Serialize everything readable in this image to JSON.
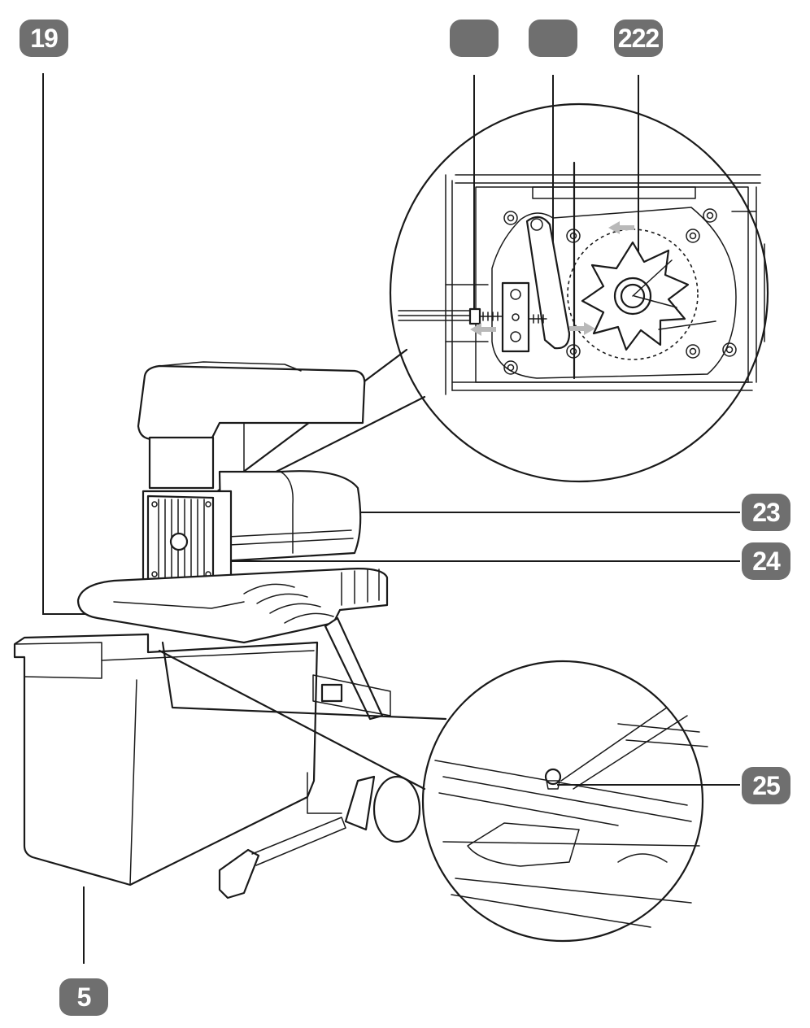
{
  "callouts": {
    "c19": "19",
    "c_a": "",
    "c_b": "",
    "c222": "222",
    "c23": "23",
    "c24": "24",
    "c25": "25",
    "c5": "5"
  },
  "colors": {
    "badge": "#6f6f6f",
    "line": "#1a1a1a",
    "arrow": "#b9b9b9"
  }
}
